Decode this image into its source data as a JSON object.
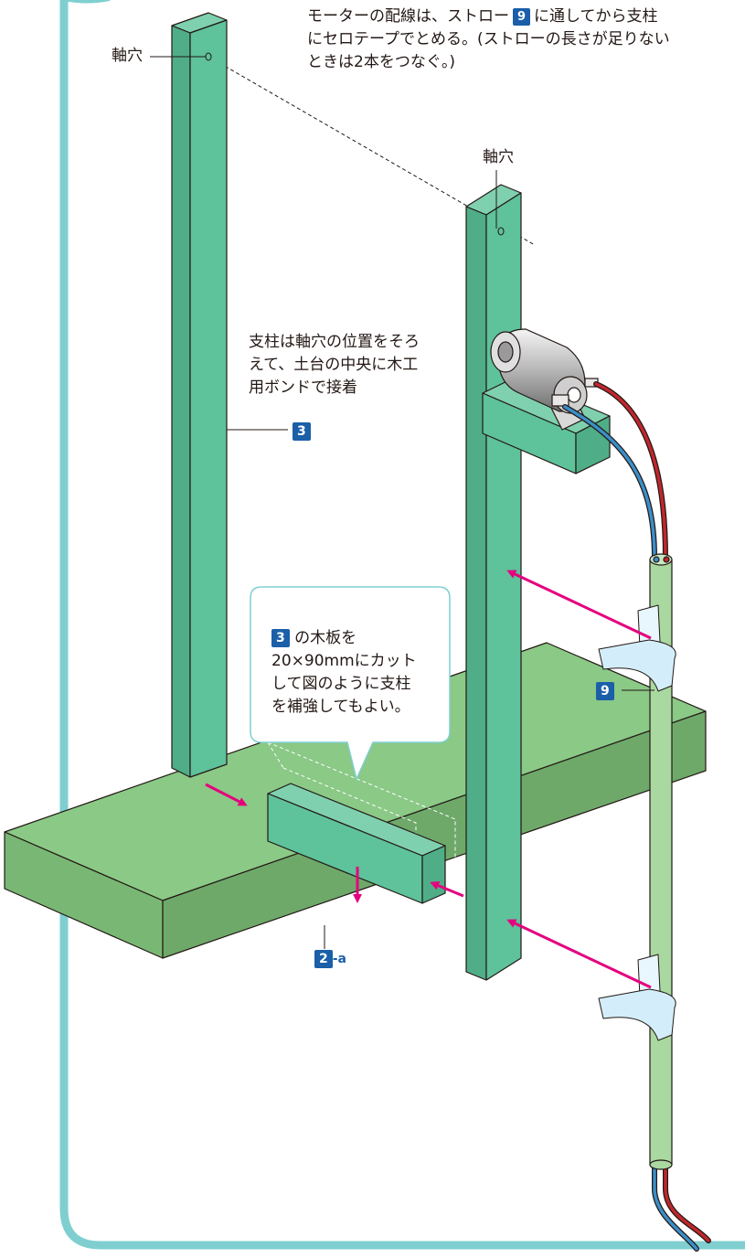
{
  "top_note": {
    "before": "モーターの配線は、ストロー",
    "num": "9",
    "after": "に通してから支柱",
    "line2": "にセロテープでとめる。(ストローの長さが足りない",
    "line3": "ときは2本をつなぐ。)"
  },
  "axle_hole_left": "軸穴",
  "axle_hole_right": "軸穴",
  "pillar_note": {
    "line1": "支柱は軸穴の位置をそろ",
    "line2": "えて、土台の中央に木工",
    "line3": "用ボンドで接着"
  },
  "callout": {
    "num": "3",
    "line1": "の木板を",
    "line2": "20×90mmにカット",
    "line3": "して図のように支柱",
    "line4": "を補強してもよい。"
  },
  "part_pillar": "3",
  "part_straw": "9",
  "part_base": {
    "num": "2",
    "suffix": "-a"
  },
  "colors": {
    "frame": "#7fcfd0",
    "pillar": "#5ec29b",
    "base": "#8ac986",
    "arrow": "#e5007e",
    "badge": "#1a5fa8",
    "straw": "#a9d8a0",
    "wire_red": "#c0272d",
    "wire_blue": "#3a8fc9"
  }
}
